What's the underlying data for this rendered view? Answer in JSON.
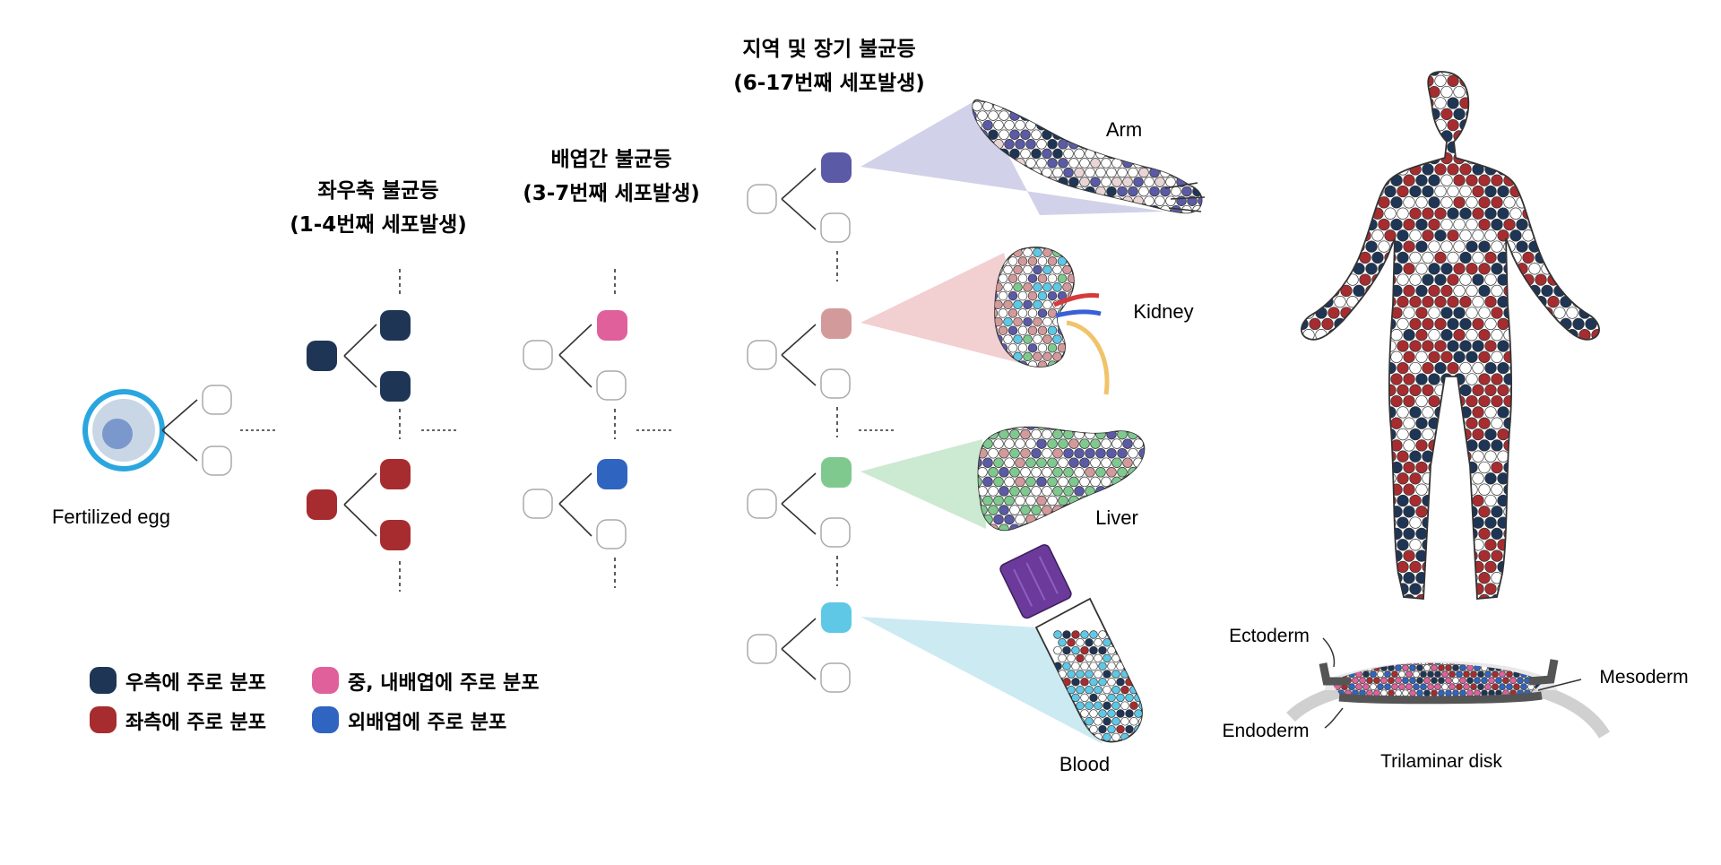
{
  "title_lr": {
    "line1": "좌우축 불균등",
    "line2": "(1-4번째 세포발생)"
  },
  "title_germ": {
    "line1": "배엽간 불균등",
    "line2": "(3-7번째 세포발생)"
  },
  "title_organ": {
    "line1": "지역 및 장기 불균등",
    "line2": "(6-17번째 세포발생)"
  },
  "fertilized_egg_label": "Fertilized egg",
  "organs": [
    {
      "label": "Arm",
      "color": "#5b5aa6"
    },
    {
      "label": "Kidney",
      "color": "#d39a9c"
    },
    {
      "label": "Liver",
      "color": "#7fc98f"
    },
    {
      "label": "Blood",
      "color": "#5ec8e6"
    }
  ],
  "legend": [
    {
      "text": "우측에 주로 분포",
      "color": "#1f3556"
    },
    {
      "text": "중, 내배엽에 주로 분포",
      "color": "#e0609b"
    },
    {
      "text": "좌측에 주로 분포",
      "color": "#a72c2f"
    },
    {
      "text": "외배엽에 주로 분포",
      "color": "#2f64c0"
    }
  ],
  "disk": {
    "ectoderm": "Ectoderm",
    "mesoderm": "Mesoderm",
    "endoderm": "Endoderm",
    "caption": "Trilaminar disk"
  },
  "colors": {
    "navy": "#1f3556",
    "red": "#a72c2f",
    "pink": "#e0609b",
    "blue": "#2f64c0",
    "purple": "#5b5aa6",
    "rose": "#d39a9c",
    "green": "#7fc98f",
    "cyan": "#5ec8e6",
    "egg_ring": "#2aa6df"
  }
}
